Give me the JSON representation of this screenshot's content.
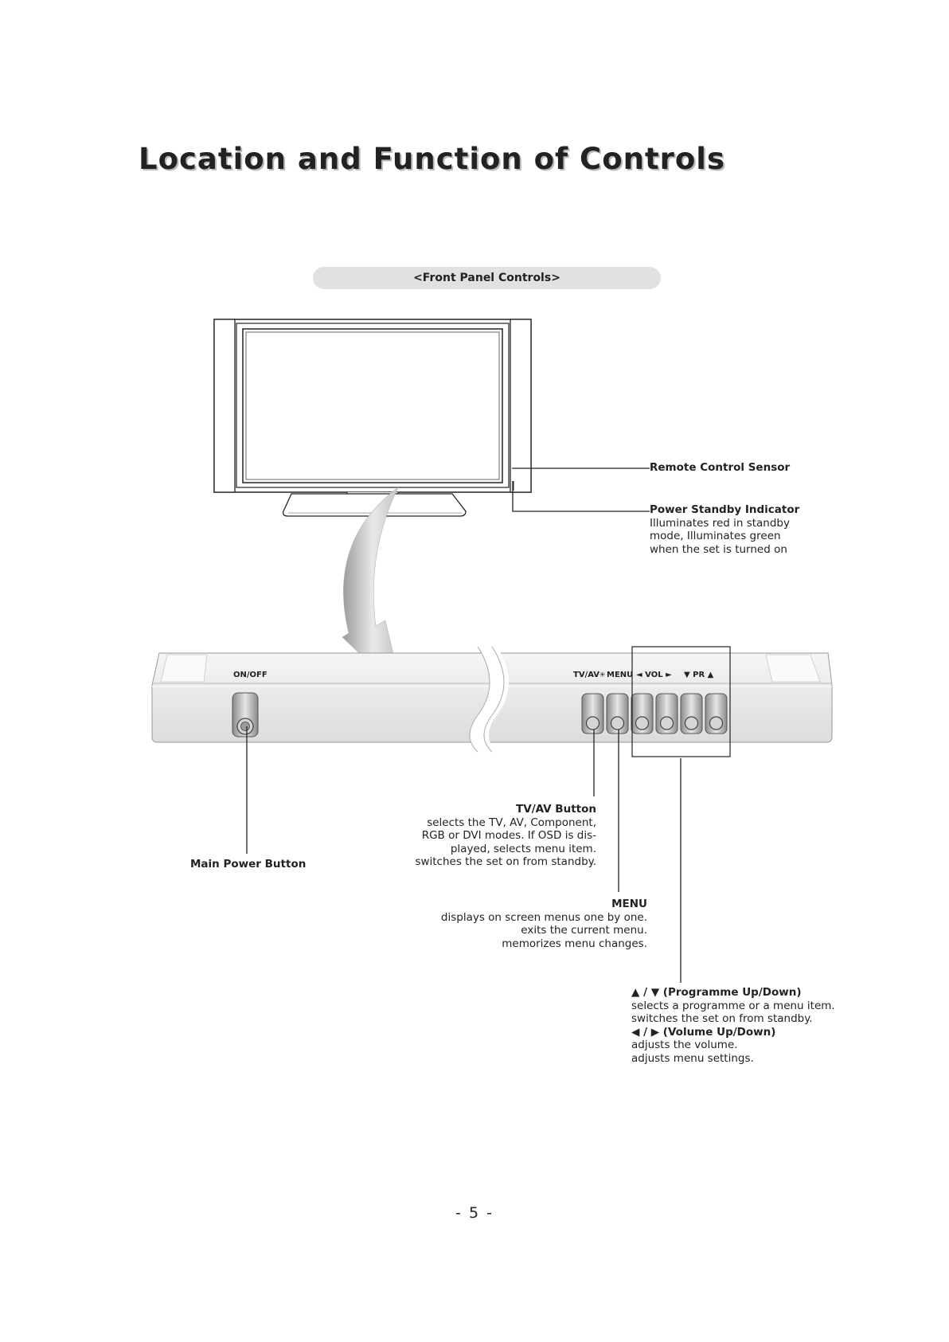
{
  "page": {
    "title": "Location and Function of Controls",
    "section_label": "<Front Panel Controls>",
    "page_number": "- 5 -"
  },
  "callouts": {
    "remote_sensor": {
      "title": "Remote Control Sensor"
    },
    "standby_indicator": {
      "title": "Power Standby Indicator",
      "lines": [
        "Illuminates red in standby",
        "mode, Illuminates green",
        "when the set is turned on"
      ]
    },
    "tvav_button": {
      "title": "TV/AV Button",
      "lines": [
        "selects the TV, AV, Component,",
        "RGB or DVI modes. If OSD is dis-",
        "played, selects menu item.",
        "switches the set on from standby."
      ]
    },
    "main_power": {
      "title": "Main Power Button"
    },
    "menu": {
      "title": "MENU",
      "lines": [
        "displays on screen menus one by one.",
        "exits the current menu.",
        "memorizes menu changes."
      ]
    },
    "programme": {
      "title": "▲ / ▼ (Programme Up/Down)",
      "lines": [
        "selects a programme or a menu item.",
        "switches the set on from standby."
      ]
    },
    "volume": {
      "title": "◀ / ▶ (Volume Up/Down)",
      "lines": [
        "adjusts the volume.",
        "adjusts menu settings."
      ]
    }
  },
  "panel_labels": {
    "on_off": "ON/OFF",
    "tvav": "TV/AV",
    "menu": "MENU",
    "vol": "◄  VOL  ►",
    "pr": "▼  PR  ▲"
  }
}
